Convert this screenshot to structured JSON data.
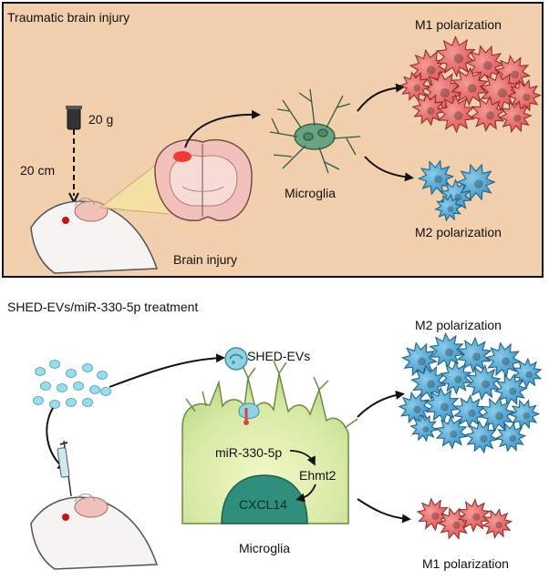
{
  "top_panel": {
    "title": "Traumatic brain injury",
    "weight_label": "20 g",
    "height_label": "20 cm",
    "brain_injury_label": "Brain injury",
    "microglia_label": "Microglia",
    "m1_label": "M1 polarization",
    "m2_label": "M2 polarization"
  },
  "bottom_panel": {
    "title": "SHED-EVs/miR-330-5p treatment",
    "shed_evs_label": "SHED-EVs",
    "mirna_label": "miR-330-5p",
    "ehmt2_label": "Ehmt2",
    "cxcl14_label": "CXCL14",
    "microglia_label": "Microglia",
    "m2_label": "M2 polarization",
    "m1_label": "M1 polarization"
  },
  "colors": {
    "top_bg": "#f2cfad",
    "bottom_bg": "#f0b6a8",
    "m1_cell": "#e05a58",
    "m2_cell": "#3f9fcf",
    "microglia_green": "#5f9a78",
    "ev_color": "#8fd3e0",
    "nucleus": "#2f8f7c"
  }
}
